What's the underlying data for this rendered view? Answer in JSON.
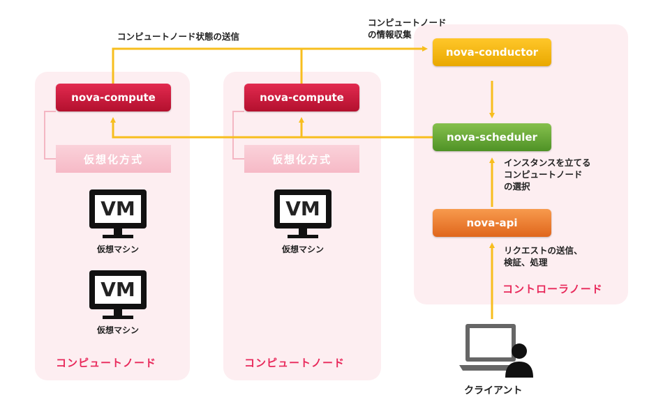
{
  "compute_nodes": [
    {
      "service": "nova-compute",
      "virtualization": "仮想化方式",
      "vms": [
        {
          "label": "VM",
          "caption": "仮想マシン"
        },
        {
          "label": "VM",
          "caption": "仮想マシン"
        }
      ],
      "region_label": "コンピュートノード"
    },
    {
      "service": "nova-compute",
      "virtualization": "仮想化方式",
      "vms": [
        {
          "label": "VM",
          "caption": "仮想マシン"
        }
      ],
      "region_label": "コンピュートノード"
    }
  ],
  "controller": {
    "region_label": "コントローラノード",
    "conductor": "nova-conductor",
    "scheduler": "nova-scheduler",
    "api": "nova-api"
  },
  "edge_labels": {
    "state_send": "コンピュートノード状態の送信",
    "info_collect": [
      "コンピュートノード",
      "の情報収集"
    ],
    "select_node": [
      "インスタンスを立てる",
      "コンピュートノード",
      "の選択"
    ],
    "request": [
      "リクエストの送信、",
      "検証、処理"
    ]
  },
  "client": {
    "label": "クライアント"
  },
  "colors": {
    "arrow": "#f7be1e",
    "region_bg": "#fdeef1",
    "region_label": "#e8285a",
    "connector": "#f4b6c3"
  }
}
